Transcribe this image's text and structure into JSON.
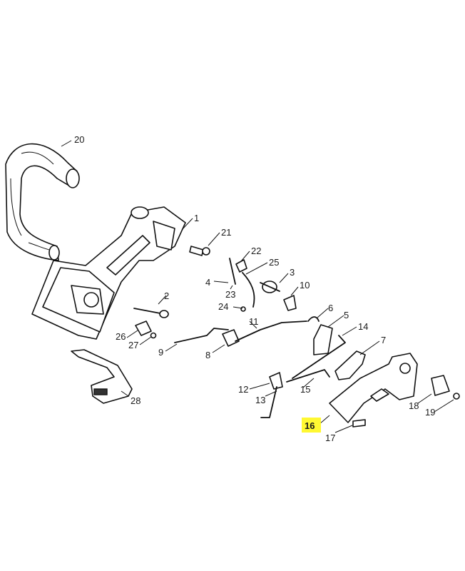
{
  "labels": {
    "p1": "1",
    "p2": "2",
    "p3": "3",
    "p4": "4",
    "p5": "5",
    "p6": "6",
    "p7": "7",
    "p8": "8",
    "p9": "9",
    "p10": "10",
    "p11": "11",
    "p12": "12",
    "p13": "13",
    "p14": "14",
    "p15": "15",
    "p16": "16",
    "p17": "17",
    "p18": "18",
    "p19": "19",
    "p20": "20",
    "p21": "21",
    "p22": "22",
    "p23": "23",
    "p24": "24",
    "p25": "25",
    "p26": "26",
    "p27": "27",
    "p28": "28"
  },
  "highlighted_part": "16",
  "highlight_color": "#fff832"
}
